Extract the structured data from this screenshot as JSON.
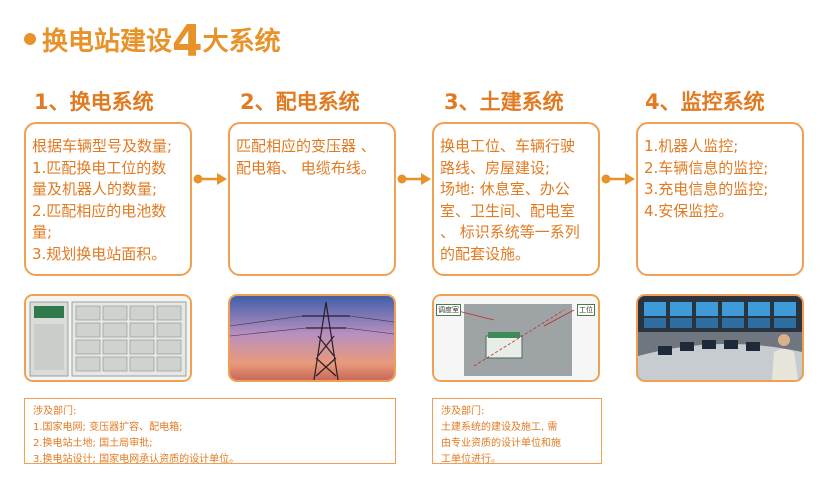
{
  "title": {
    "pre": "换电站建设",
    "num": "4",
    "post": "大系统"
  },
  "systems": [
    {
      "heading": "1、换电系统",
      "lines": [
        "根据车辆型号及数量;",
        "1.匹配换电工位的数",
        "量及机器人的数量;",
        "2.匹配相应的电池数",
        "量;",
        "3.规划换电站面积。"
      ],
      "image": "battery-swap-station-photo"
    },
    {
      "heading": "2、配电系统",
      "lines": [
        "匹配相应的变压器 、",
        "配电箱、 电缆布线。"
      ],
      "image": "power-transmission-tower-photo"
    },
    {
      "heading": "3、土建系统",
      "lines": [
        "换电工位、车辆行驶",
        "路线、房屋建设;",
        "场地: 休息室、办公",
        "室、卫生间、配电室",
        "、 标识系统等一系列",
        "的配套设施。"
      ],
      "image": "site-layout-photo",
      "image_labels": [
        "调度室",
        "工位"
      ]
    },
    {
      "heading": "4、监控系统",
      "lines": [
        "1.机器人监控;",
        "2.车辆信息的监控;",
        "3.充电信息的监控;",
        "4.安保监控。"
      ],
      "image": "monitoring-room-photo"
    }
  ],
  "notes": [
    {
      "lines": [
        "涉及部门:",
        "1.国家电网; 变压器扩容、配电箱;",
        "2.换电站土地; 国土局审批;",
        "3.换电站设计; 国家电网承认资质的设计单位。"
      ]
    },
    {
      "lines": [
        "涉及部门:",
        "土建系统的建设及施工, 需",
        "由专业资质的设计单位和施",
        "工单位进行。"
      ]
    }
  ],
  "colors": {
    "accent": "#e8922a",
    "text": "#e07b22",
    "border": "#f0a050"
  }
}
